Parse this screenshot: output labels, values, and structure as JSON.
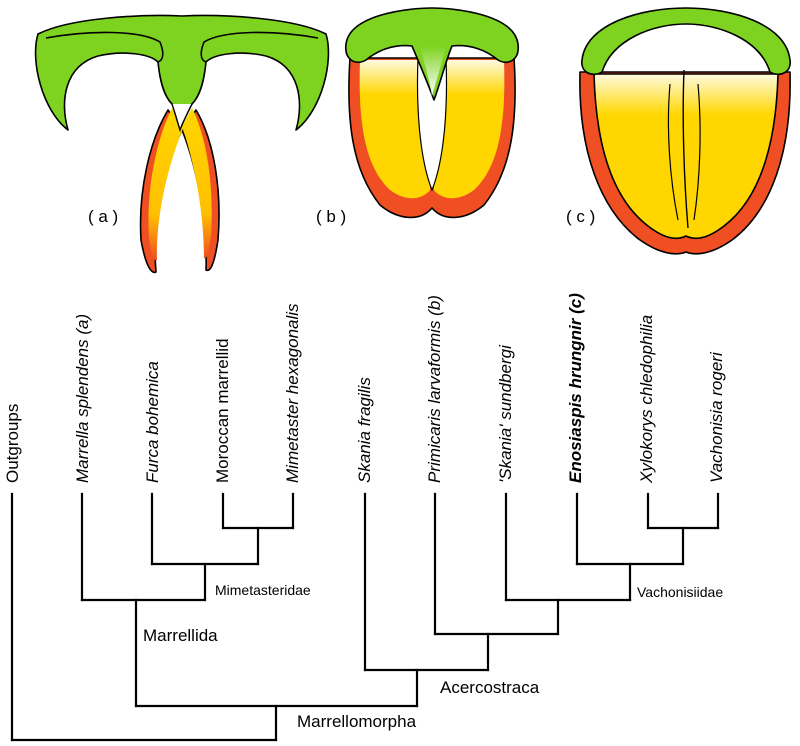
{
  "taxa": {
    "outgroups": "Outgroups",
    "marrella": "Marrella splendens (a)",
    "furca": "Furca bohemica",
    "moroccan": "Moroccan marrellid",
    "mimetaster": "Mimetaster hexagonalis",
    "skania": "Skania fragilis",
    "primicaris": "Primicaris larvaformis (b)",
    "skania_sundbergi": "'Skania' sundbergi",
    "enosiaspis": "Enosiaspis hrungnir (c)",
    "xylokorys": "Xylokorys chledophilia",
    "vachonisia": "Vachonisia rogeri"
  },
  "clades": {
    "mimetasteridae": "Mimetasteridae",
    "marrellida": "Marrellida",
    "vachonisiidae": "Vachonisiidae",
    "acercostraca": "Acercostraca",
    "marrellomorpha": "Marrellomorpha"
  },
  "panels": {
    "a": "( a )",
    "b": "( b )",
    "c": "( c )"
  },
  "colors": {
    "green": "#7ED321",
    "yellow": "#FFD600",
    "red": "#F04E23",
    "line": "#000000"
  }
}
